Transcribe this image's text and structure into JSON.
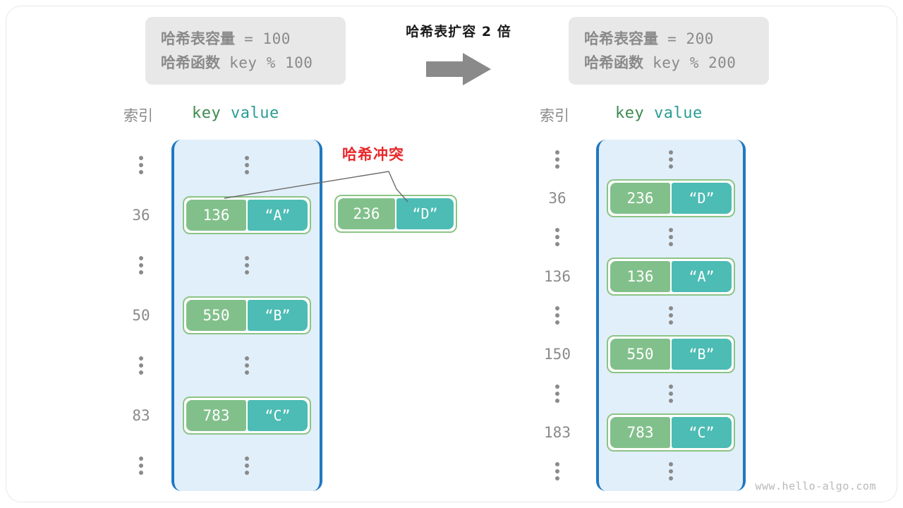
{
  "title": "哈希表扩容 2 倍",
  "arrow_icon": "right-block-arrow-icon",
  "colors": {
    "key_fill": "#82c08b",
    "value_fill": "#4cbcb4",
    "pair_outline": "#8cc486",
    "bucket_fill": "#e1effa",
    "bucket_border": "#1f78c1",
    "collision_red": "#e8282a",
    "card_bg": "#e8e8e8",
    "muted_text": "#8a8a8a"
  },
  "cards": {
    "before": {
      "capacity_label": "哈希表容量",
      "capacity_expr": " = 100",
      "hash_label": "哈希函数",
      "hash_expr": " key % 100"
    },
    "after": {
      "capacity_label": "哈希表容量",
      "capacity_expr": " = 200",
      "hash_label": "哈希函数",
      "hash_expr": " key % 200"
    }
  },
  "headers": {
    "index": "索引",
    "key": "key",
    "value": " value"
  },
  "collision": {
    "label": "哈希冲突"
  },
  "tables": {
    "before": {
      "rows": [
        {
          "index": "⋮",
          "type": "ellipsis"
        },
        {
          "index": "36",
          "type": "pair",
          "key": "136",
          "value": "“A”"
        },
        {
          "index": "⋮",
          "type": "ellipsis"
        },
        {
          "index": "50",
          "type": "pair",
          "key": "550",
          "value": "“B”"
        },
        {
          "index": "⋮",
          "type": "ellipsis"
        },
        {
          "index": "83",
          "type": "pair",
          "key": "783",
          "value": "“C”"
        },
        {
          "index": "⋮",
          "type": "ellipsis"
        }
      ]
    },
    "after": {
      "rows": [
        {
          "index": "⋮",
          "type": "ellipsis"
        },
        {
          "index": "36",
          "type": "pair",
          "key": "236",
          "value": "“D”"
        },
        {
          "index": "⋮",
          "type": "ellipsis"
        },
        {
          "index": "136",
          "type": "pair",
          "key": "136",
          "value": "“A”"
        },
        {
          "index": "⋮",
          "type": "ellipsis"
        },
        {
          "index": "150",
          "type": "pair",
          "key": "550",
          "value": "“B”"
        },
        {
          "index": "⋮",
          "type": "ellipsis"
        },
        {
          "index": "183",
          "type": "pair",
          "key": "783",
          "value": "“C”"
        },
        {
          "index": "⋮",
          "type": "ellipsis"
        }
      ]
    }
  },
  "floating_pair": {
    "key": "236",
    "value": "“D”"
  },
  "watermark": "www.hello-algo.com"
}
